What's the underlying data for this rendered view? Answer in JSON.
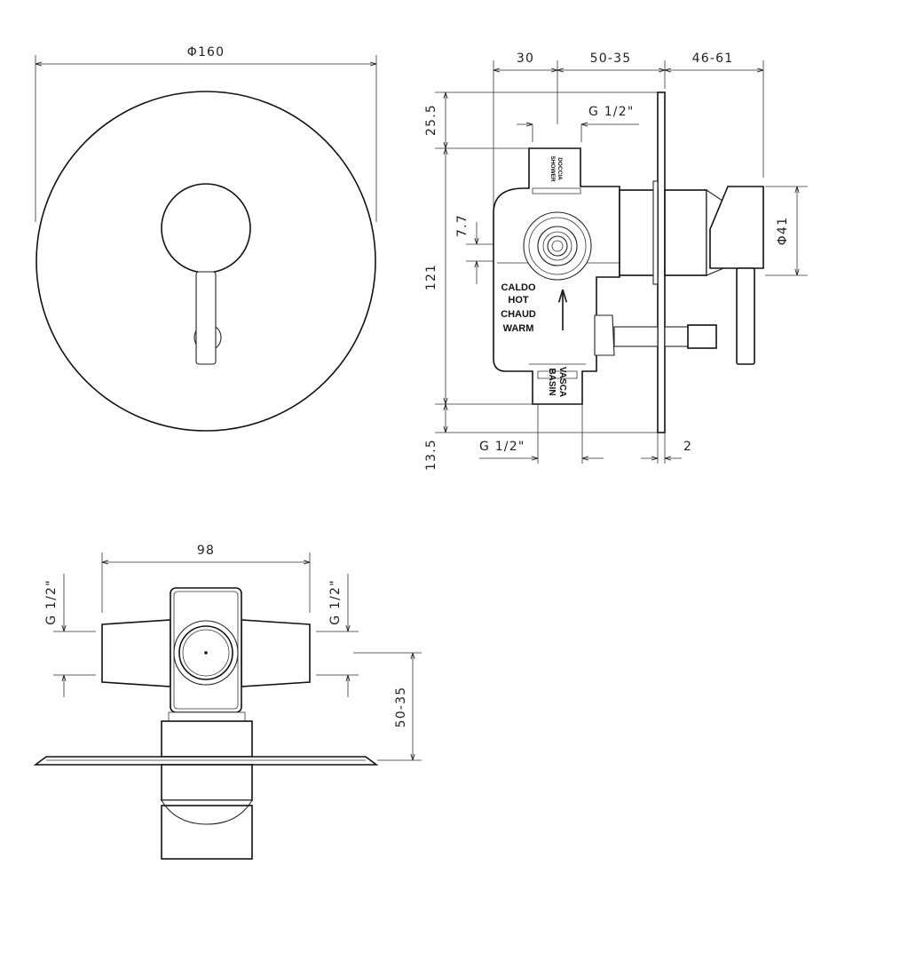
{
  "front_view": {
    "dim_diameter": "Φ160"
  },
  "side_view": {
    "dim_top_left": "30",
    "dim_top_mid": "50-35",
    "dim_top_right": "46-61",
    "dim_left_upper": "25.5",
    "dim_left_main": "121",
    "dim_small": "7.7",
    "dim_left_lower": "13.5",
    "thread_top": "G 1/2\"",
    "thread_bottom": "G 1/2\"",
    "dim_plate": "2",
    "dim_handle_dia": "Φ41",
    "outlet_top_label": [
      "DOCCIA",
      "SHOWER"
    ],
    "outlet_bottom_label": [
      "VASCA",
      "BASIN"
    ],
    "inlet_label": [
      "CALDO",
      "HOT",
      "CHAUD",
      "WARM"
    ]
  },
  "top_view": {
    "dim_width": "98",
    "thread_left": "G 1/2\"",
    "thread_right": "G 1/2\"",
    "dim_depth": "50-35"
  }
}
